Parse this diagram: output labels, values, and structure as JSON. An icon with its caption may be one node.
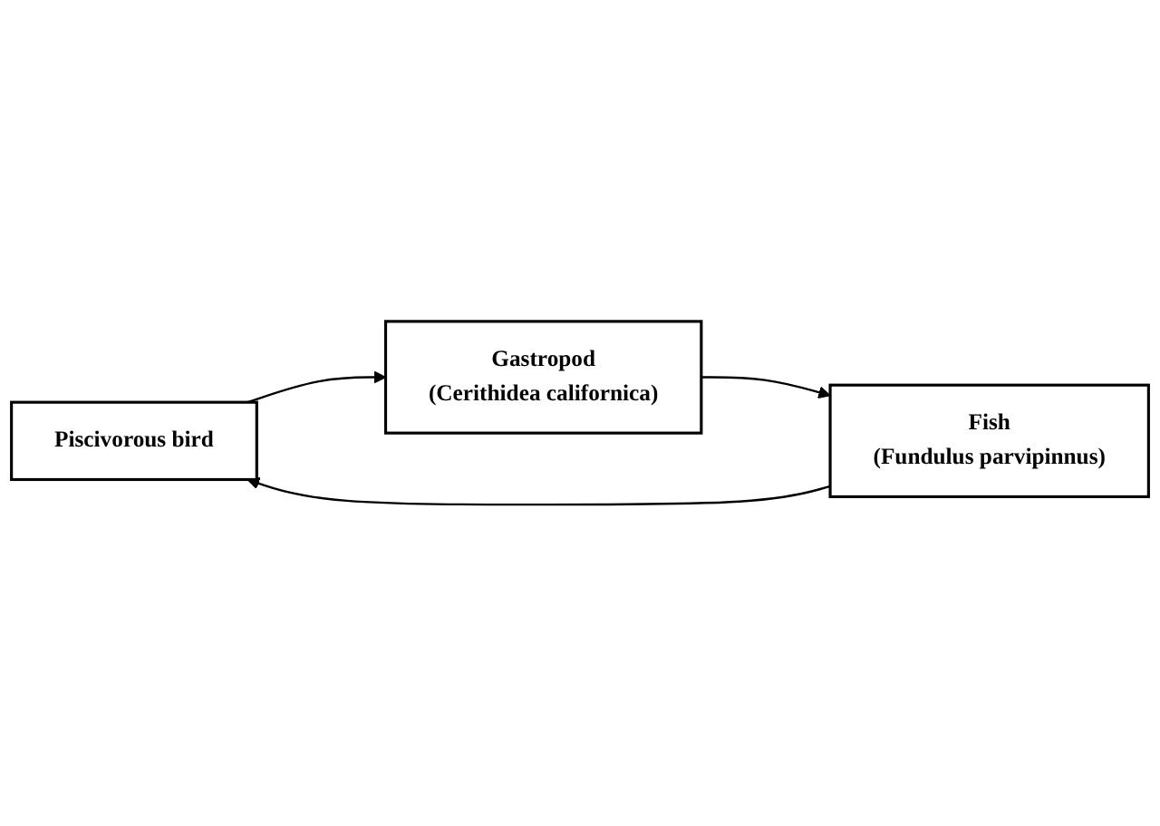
{
  "diagram": {
    "nodes": [
      {
        "text": [
          "Piscivorous bird"
        ]
      },
      {
        "text": [
          "Fish",
          "(Fundulus parvipinnus)"
        ]
      },
      {
        "text": [
          "Gastropod",
          "(Cerithidea californica)"
        ]
      }
    ],
    "edges": [
      {
        "from": 1,
        "to": 0,
        "arrow": "to"
      },
      {
        "from": 0,
        "to": 2,
        "arrow": "to"
      },
      {
        "from": 2,
        "to": 1,
        "arrow": "to"
      }
    ]
  }
}
